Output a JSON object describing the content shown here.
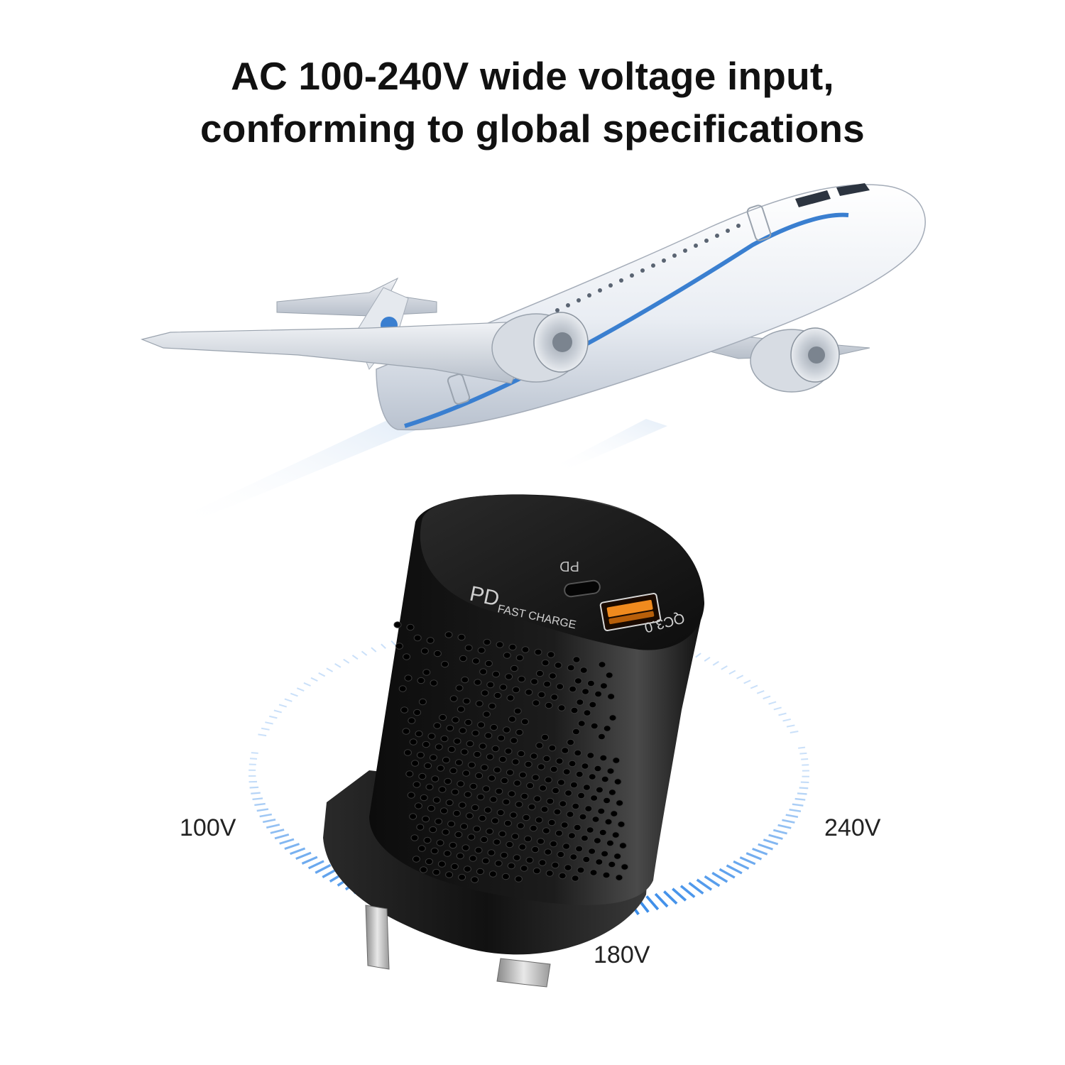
{
  "headline": {
    "line1": "AC 100-240V wide voltage input,",
    "line2": "conforming to global specifications"
  },
  "charger": {
    "pd_port_label": "PD",
    "brand_text_1": "PD",
    "brand_text_2": "FAST CHARGE",
    "qc_label": "QC3.0",
    "body_color": "#151515",
    "usb_a_color": "#f08a1e"
  },
  "voltage_dial": {
    "left_label": "100V",
    "right_label": "240V",
    "bottom_label": "180V",
    "tick_color": "#2f86e8"
  },
  "airplane": {
    "stripe_color": "#3a7fd0",
    "body_color": "#e8ecf2"
  }
}
